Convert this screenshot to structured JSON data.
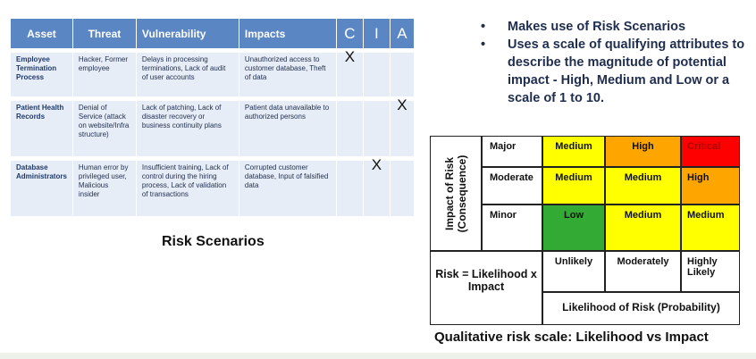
{
  "scenarios": {
    "headers": [
      "Asset",
      "Threat",
      "Vulnerability",
      "Impacts",
      "C",
      "I",
      "A"
    ],
    "rows": [
      {
        "asset": "Employee Termination Process",
        "threat": "Hacker, Former employee",
        "vulnerability": "Delays in processing terminations, Lack of audit of user accounts",
        "impacts": "Unauthorized access to customer database, Theft of data",
        "c": "X",
        "i": "",
        "a": ""
      },
      {
        "asset": "Patient Health Records",
        "threat": "Denial of Service (attack on website/Infra structure)",
        "vulnerability": "Lack of patching, Lack of disaster recovery or business continuity plans",
        "impacts": "Patient data unavailable to authorized persons",
        "c": "",
        "i": "",
        "a": "X"
      },
      {
        "asset": "Database Administrators",
        "threat": "Human error by privileged user, Malicious insider",
        "vulnerability": "Insufficient training, Lack of control during the hiring process, Lack of validation of transactions",
        "impacts": "Corrupted customer database, Input of falsified data",
        "c": "",
        "i": "X",
        "a": ""
      }
    ],
    "caption": "Risk Scenarios"
  },
  "bullets": [
    "Makes use of Risk Scenarios",
    "Uses a scale of qualifying attributes to describe the magnitude of potential impact  - High, Medium and Low or a scale of 1 to 10."
  ],
  "matrix": {
    "y_axis_label_1": "Impact of Risk",
    "y_axis_label_2": "(Consequence)",
    "rows": [
      {
        "label": "Major",
        "cells": [
          {
            "text": "Medium",
            "color": "#ffff00"
          },
          {
            "text": "High",
            "color": "#ffa500"
          },
          {
            "text": "Critical",
            "color": "#ff0000"
          }
        ]
      },
      {
        "label": "Moderate",
        "cells": [
          {
            "text": "Medium",
            "color": "#ffff00"
          },
          {
            "text": "Medium",
            "color": "#ffff00"
          },
          {
            "text": "High",
            "color": "#ffa500"
          }
        ]
      },
      {
        "label": "Minor",
        "cells": [
          {
            "text": "Low",
            "color": "#33aa33"
          },
          {
            "text": "Medium",
            "color": "#ffff00"
          },
          {
            "text": "Medium",
            "color": "#ffff00"
          }
        ]
      }
    ],
    "columns": [
      "Unlikely",
      "Moderately",
      "Highly Likely"
    ],
    "formula": "Risk = Likelihood x Impact",
    "x_axis_label": "Likelihood of Risk (Probability)",
    "caption": "Qualitative risk scale: Likelihood vs Impact"
  }
}
